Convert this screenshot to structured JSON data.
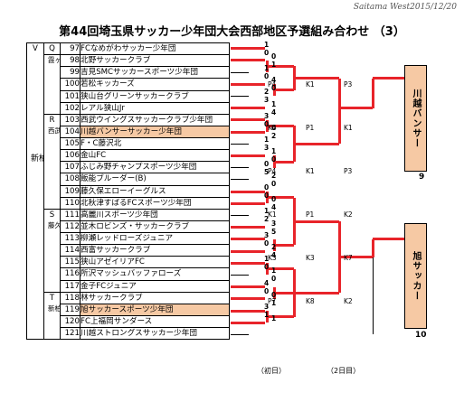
{
  "site_label": "Saitama  West2015/12/20",
  "title": "第44回埼玉県サッカー少年団大会西部地区予選組み合わせ （3）",
  "block": {
    "label": "V",
    "sublabel": "新柏原グランドB面"
  },
  "groups": [
    {
      "letter": "Q",
      "name": "",
      "rows": 1
    },
    {
      "letter": "",
      "name": "霞ヶ丘町B&G-C",
      "rows": 5
    },
    {
      "letter": "R",
      "name": "西武小学校",
      "rows": 8
    },
    {
      "letter": "S",
      "name": "藤久保小学校",
      "rows": 7
    },
    {
      "letter": "T",
      "name": "新柏原グランドB面",
      "rows": 8
    }
  ],
  "teams": [
    {
      "no": "97",
      "name": "FCなめがわサッカー少年団"
    },
    {
      "no": "98",
      "name": "北野サッカークラブ"
    },
    {
      "no": "99",
      "name": "吉見SMCサッカースポーツ少年団"
    },
    {
      "no": "100",
      "name": "若松キッカーズ"
    },
    {
      "no": "101",
      "name": "狭山台グリーンサッカークラブ"
    },
    {
      "no": "102",
      "name": "レアル狭山Jr"
    },
    {
      "no": "103",
      "name": "西武ウイングスサッカークラブ少年団"
    },
    {
      "no": "104",
      "name": "川越バンサーサッカー少年団",
      "highlight": true
    },
    {
      "no": "105",
      "name": "F・C藤沢北"
    },
    {
      "no": "106",
      "name": "金山FC"
    },
    {
      "no": "107",
      "name": "ふじみ野チャンプスポーツ少年団"
    },
    {
      "no": "108",
      "name": "飯能ブルーダー(B)"
    },
    {
      "no": "109",
      "name": "藤久保エローイーグルス"
    },
    {
      "no": "110",
      "name": "北秋津すばるFCスポーツ少年団"
    },
    {
      "no": "111",
      "name": "高麗川スポーツ少年団"
    },
    {
      "no": "112",
      "name": "並木ロビンズ・サッカークラブ"
    },
    {
      "no": "113",
      "name": "柳瀬レッドローズジュニア"
    },
    {
      "no": "114",
      "name": "西富サッカークラブ"
    },
    {
      "no": "115",
      "name": "狭山アゼイリアFC"
    },
    {
      "no": "116",
      "name": "所沢マッシュバッファローズ"
    },
    {
      "no": "117",
      "name": "金子FCジュニア"
    },
    {
      "no": "118",
      "name": "林サッカークラブ"
    },
    {
      "no": "119",
      "name": "旭サッカースポーツ少年団",
      "highlight": true
    },
    {
      "no": "120",
      "name": "FC上福岡サンダース"
    },
    {
      "no": "121",
      "name": "川越ストロングスサッカー少年団"
    }
  ],
  "scores": [
    "1",
    "0",
    "0",
    "1",
    "1",
    "0",
    "4",
    "0",
    "2",
    "3",
    "1",
    "4",
    "3",
    "0",
    "0",
    "2",
    "1",
    "3",
    "1",
    "0",
    "0",
    "5",
    "2",
    "0",
    "0",
    "0",
    "0",
    "4",
    "1",
    "2",
    "3",
    "5",
    "3",
    "0",
    "2",
    "4",
    "1",
    "0",
    "1",
    "0",
    "4",
    "0",
    "0",
    "1",
    "3",
    "1",
    "1"
  ],
  "match_codes": [
    "P4",
    "K1",
    "P3",
    "K4",
    "P1",
    "K1",
    "P4",
    "K1",
    "P3",
    "K1",
    "P1",
    "K2",
    "K3",
    "K3",
    "K7",
    "P7",
    "K8",
    "K2"
  ],
  "finalists": [
    {
      "name": "川越バンサー",
      "number": "9"
    },
    {
      "name": "旭サッカー",
      "number": "10"
    }
  ],
  "rounds": [
    "（初日）",
    "（2日目）"
  ]
}
